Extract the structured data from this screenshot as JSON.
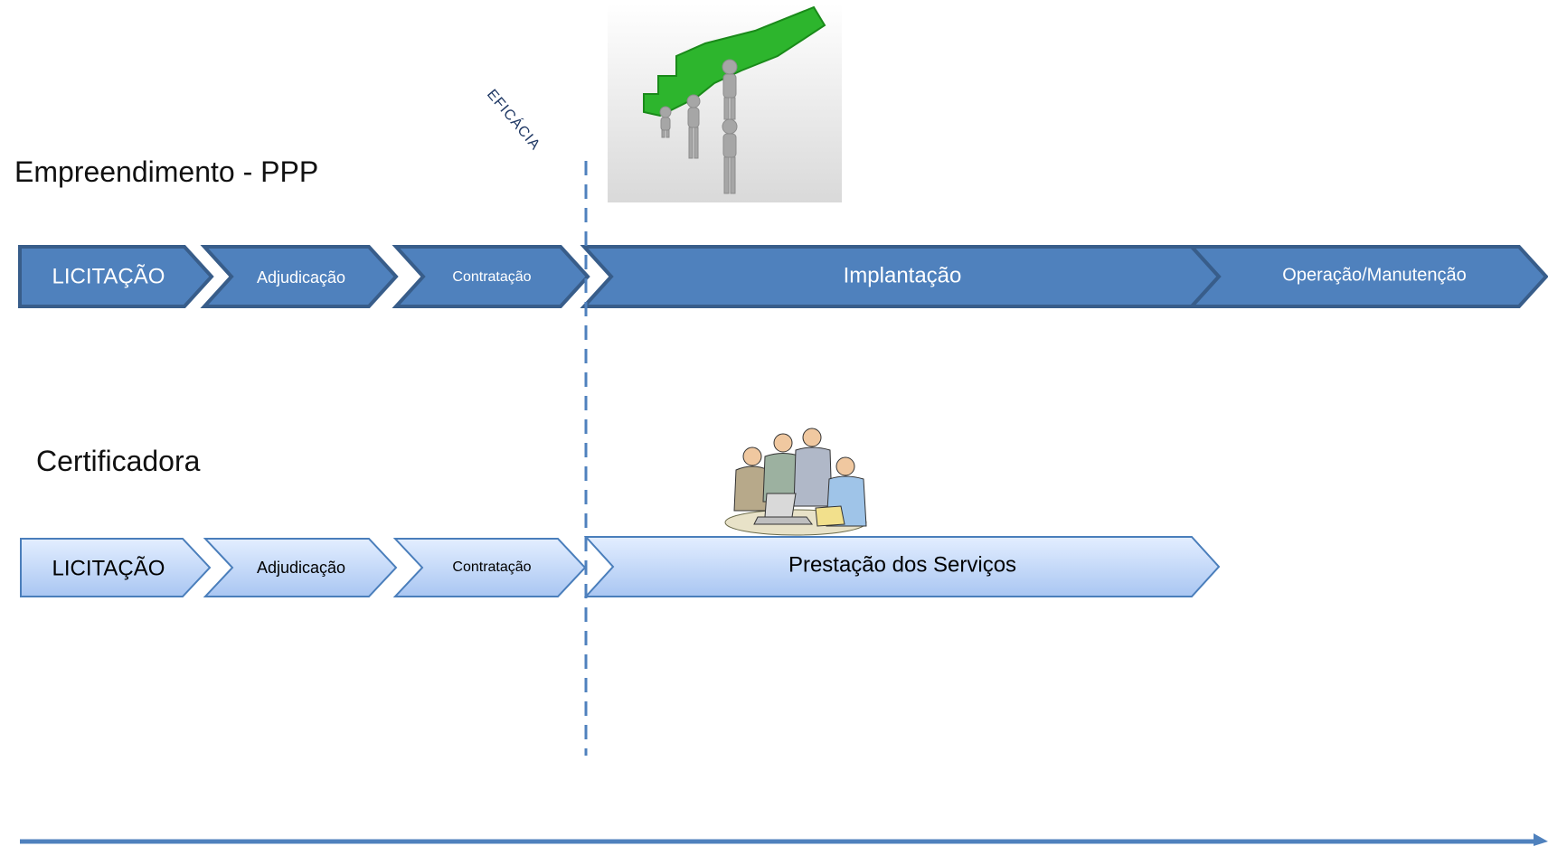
{
  "colors": {
    "dark_chevron_fill": "#4f81bd",
    "dark_chevron_stroke": "#385d8a",
    "light_chevron_fill_top": "#e3eeff",
    "light_chevron_fill_bottom": "#a9c6f2",
    "light_chevron_stroke": "#4a7ebb",
    "milestone_line": "#4f81bd",
    "timeline_axis": "#4f81bd",
    "dark_text": "#ffffff",
    "light_text": "#000000"
  },
  "milestone": {
    "label": "EFICÁCIA"
  },
  "sections": {
    "ppp": {
      "title": "Empreendimento - PPP",
      "steps": [
        "LICITAÇÃO",
        "Adjudicação",
        "Contratação",
        "Implantação",
        "Operação/Manutenção"
      ]
    },
    "cert": {
      "title": "Certificadora",
      "steps": [
        "LICITAÇÃO",
        "Adjudicação",
        "Contratação",
        "Prestação dos Serviços"
      ]
    }
  },
  "images": {
    "growth": "green-arrow-people-lifting-icon",
    "team": "business-team-at-laptop-icon"
  }
}
